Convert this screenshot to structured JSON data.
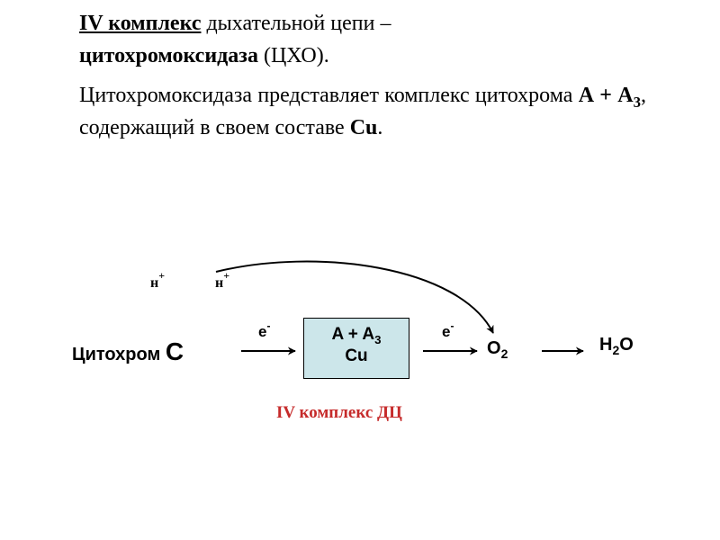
{
  "slide": {
    "title_underlined": "IV комплекс",
    "title_rest": " дыхательной цепи –",
    "enzyme_bold": "цитохромоксидаза",
    "enzyme_abbr": " (ЦХО).",
    "para_start": "Цитохромоксидаза представляет комплекс цитохрома ",
    "para_a": "А + А",
    "para_a_sub": "3",
    "para_mid": ", содержащий в своем составе ",
    "para_cu": "Cu",
    "para_end": "."
  },
  "diagram": {
    "h_plus_symbol": "н",
    "h_plus_charge": "+",
    "cytochrome_label": "Цитохром ",
    "cytochrome_letter": "С",
    "electron_symbol": "е",
    "electron_charge": "-",
    "complex_line1": "A + A",
    "complex_line1_sub": "3",
    "complex_line2": "Cu",
    "o2_symbol": "O",
    "o2_sub": "2",
    "h2o_h": "H",
    "h2o_sub": "2",
    "h2o_o": "O",
    "caption": "IV комплекс ДЦ"
  },
  "colors": {
    "box_fill": "#cce6ea",
    "caption_red": "#c62b2b",
    "text": "#000000"
  },
  "icons": [
    "arrow-right-icon",
    "curved-arrow-icon"
  ]
}
